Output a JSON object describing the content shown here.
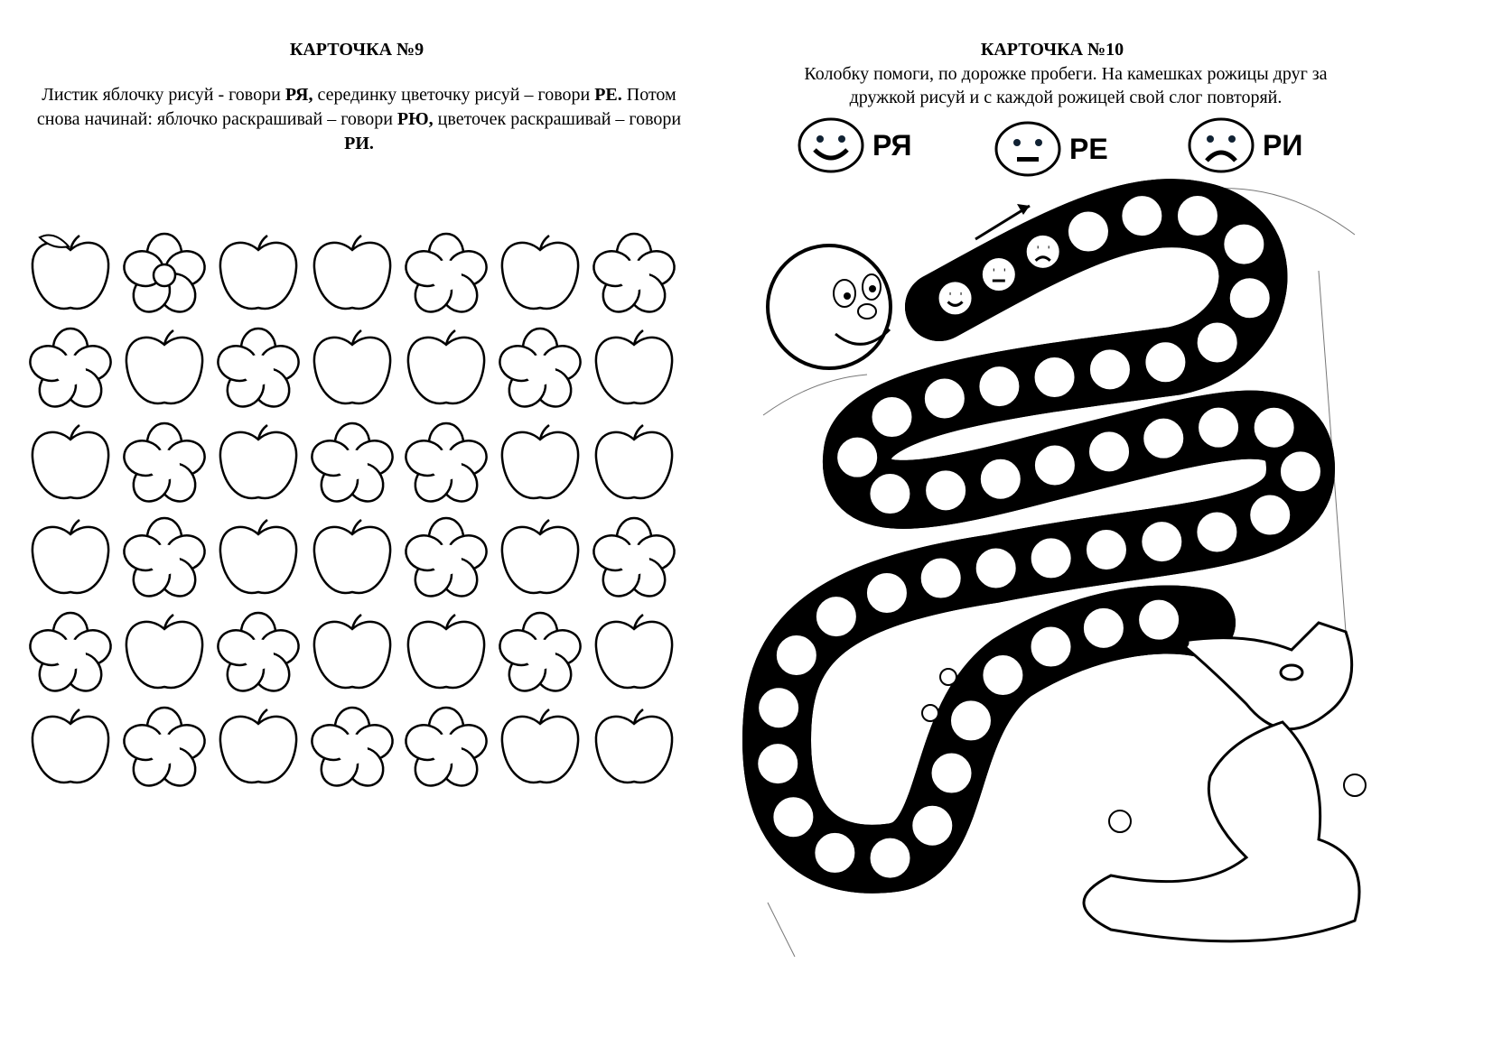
{
  "card9": {
    "title": "КАРТОЧКА №9",
    "text": [
      {
        "t": "Листик яблочку рисуй - говори ",
        "b": false
      },
      {
        "t": "РЯ,",
        "b": true
      },
      {
        "t": " серединку цветочку рисуй – говори ",
        "b": false
      },
      {
        "t": "РЕ.",
        "b": true
      },
      {
        "t": " Потом снова начинай: яблочко раскрашивай – говори ",
        "b": false
      },
      {
        "t": "РЮ,",
        "b": true
      },
      {
        "t": " цветочек раскрашивай – говори ",
        "b": false
      },
      {
        "t": "РИ.",
        "b": true
      }
    ],
    "grid": [
      [
        "apple-leaf",
        "flower-center",
        "apple",
        "apple",
        "flower",
        "apple",
        "flower"
      ],
      [
        "flower",
        "apple",
        "flower",
        "apple",
        "apple",
        "flower",
        "apple"
      ],
      [
        "apple",
        "flower",
        "apple",
        "flower",
        "flower",
        "apple",
        "apple"
      ],
      [
        "apple",
        "flower",
        "apple",
        "apple",
        "flower",
        "apple",
        "flower"
      ],
      [
        "flower",
        "apple",
        "flower",
        "apple",
        "apple",
        "flower",
        "apple"
      ],
      [
        "apple",
        "flower",
        "apple",
        "flower",
        "flower",
        "apple",
        "apple"
      ]
    ]
  },
  "card10": {
    "title": "КАРТОЧКА №10",
    "line1": "Колобку помоги, по дорожке пробеги. На камешках рожицы друг за",
    "line2": "дружкой рисуй и с каждой рожицей свой слог повторяй.",
    "legend": [
      {
        "face": "smile",
        "syllable": "РЯ"
      },
      {
        "face": "neutral",
        "syllable": "РЕ"
      },
      {
        "face": "sad",
        "syllable": "РИ"
      }
    ]
  }
}
